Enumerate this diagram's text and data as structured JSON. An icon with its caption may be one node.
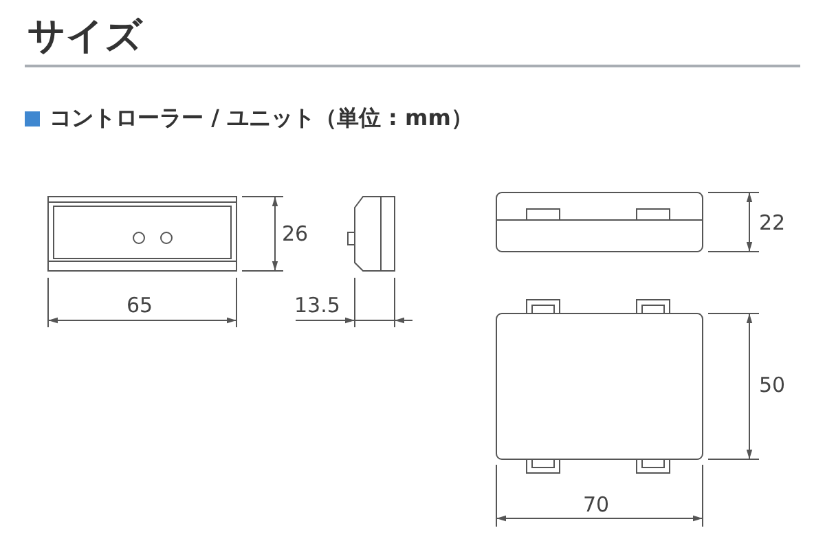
{
  "diagram": {
    "title": "サイズ",
    "labels": [
      "コントローラー / ユニット（単位 : mm）",
      "26",
      "65",
      "13.5",
      "22",
      "50",
      "70"
    ]
  }
}
